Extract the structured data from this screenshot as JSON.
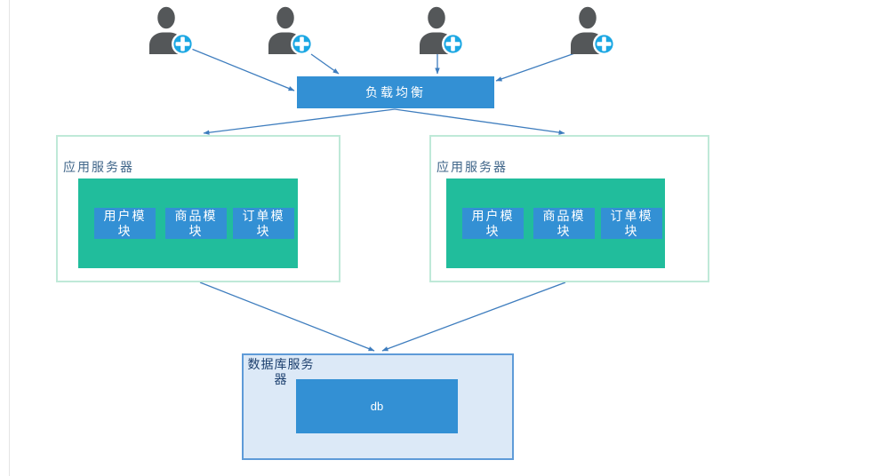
{
  "colors": {
    "node_blue": "#3390D4",
    "green": "#21BD9C",
    "app_border": "#BFE9D8",
    "db_fill": "#DCE9F7",
    "db_border": "#5E9BD8",
    "app_label": "#3F6589",
    "db_label": "#1C3F6E",
    "arrow": "#3E7DBE",
    "user_gray": "#545759",
    "badge_blue": "#1BA7E3",
    "canvas_line": "#E5E5E5"
  },
  "users": {
    "icon": "user-add-icon",
    "count": 4
  },
  "load_balancer": {
    "label": "负载均衡"
  },
  "app_servers": [
    {
      "label": "应用服务器",
      "modules": [
        "用户模块",
        "商品模块",
        "订单模块"
      ]
    },
    {
      "label": "应用服务器",
      "modules": [
        "用户模块",
        "商品模块",
        "订单模块"
      ]
    }
  ],
  "database_server": {
    "label": "数据库服务器",
    "db": "db"
  }
}
